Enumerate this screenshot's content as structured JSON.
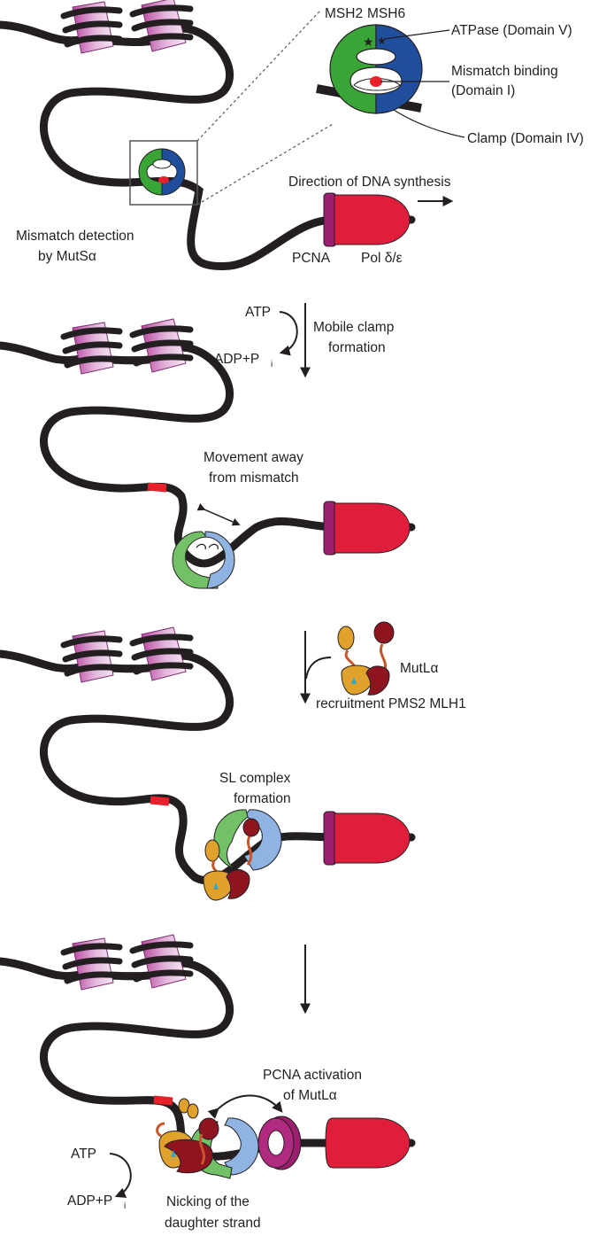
{
  "panel1": {
    "msh2": "MSH2",
    "msh6": "MSH6",
    "atpase": "ATPase (Domain V)",
    "mismatch_binding_1": "Mismatch binding",
    "mismatch_binding_2": "(Domain I)",
    "clamp": "Clamp (Domain IV)",
    "direction": "Direction of DNA synthesis",
    "detection_1": "Mismatch detection",
    "detection_2": "by MutSα",
    "pcna": "PCNA",
    "pol": "Pol δ/ε"
  },
  "panel2": {
    "atp": "ATP",
    "adp": "ADP+P",
    "pi_sub": "i",
    "mobile_1": "Mobile clamp",
    "mobile_2": "formation",
    "movement_1": "Movement away",
    "movement_2": "from mismatch"
  },
  "panel3": {
    "mutl": "MutLα",
    "recruitment": "recruitment PMS2 MLH1",
    "sl_1": "SL complex",
    "sl_2": "formation"
  },
  "panel4": {
    "pcna_act_1": "PCNA activation",
    "pcna_act_2": "of MutLα",
    "atp": "ATP",
    "adp": "ADP+P",
    "pi_sub": "i",
    "nicking_1": "Nicking of the",
    "nicking_2": "daughter strand"
  },
  "colors": {
    "dna": "#231f20",
    "mismatch": "#e8202a",
    "nucleosome": "#b04aa8",
    "msh2": "#3aa537",
    "msh6": "#1f4e9c",
    "msh2_mobile": "#72c167",
    "msh6_mobile": "#8fb3e3",
    "pcna": "#9b1f6e",
    "pol": "#e01e3c",
    "pms2": "#e0a12d",
    "mlh1": "#8e1520"
  }
}
